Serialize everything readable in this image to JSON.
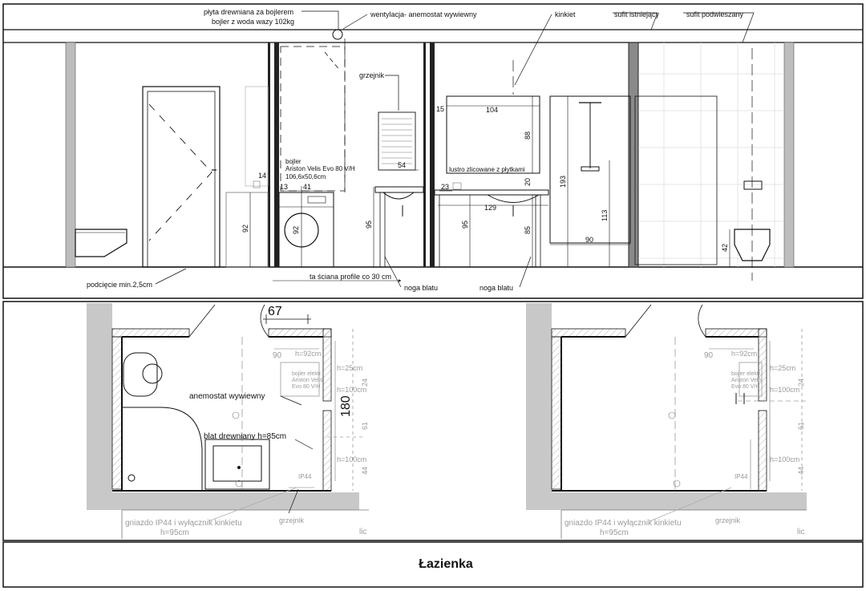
{
  "title": "Łazienka",
  "elevation": {
    "callouts": {
      "plyta": "płyta drewniana za bojlerem",
      "bojler_wazy": "bojler z woda wazy 102kg",
      "wentylacja": "wentylacja- anemostat wywiewny",
      "kinkiet": "kinkiet",
      "sufit_istniejacy": "sufit istniejący",
      "sufit_podwieszany": "sufit podwieszany",
      "grzejnik": "grzejnik",
      "podciecie": "podcięcie min.2,5cm",
      "profile": "ta ściana profile co 30 cm",
      "noga_blatu_1": "noga blatu",
      "noga_blatu_2": "noga blatu",
      "lustro": "lustro zlicowane z płytkami",
      "bojler_label": "bojler",
      "bojler_model": "Ariston Velis Evo 80 V/H",
      "bojler_size": "106,6x50,6cm"
    },
    "dims": {
      "d14": "14",
      "d13": "13",
      "d41": "41",
      "d92a": "92",
      "d92b": "92",
      "d95a": "95",
      "d54": "54",
      "d15": "15",
      "d104": "104",
      "d88": "88",
      "d23": "23",
      "d20": "20",
      "d129": "129",
      "d95b": "95",
      "d85": "85",
      "d193": "193",
      "d113": "113",
      "d90": "90",
      "d42": "42"
    }
  },
  "plan_left": {
    "d67": "67",
    "d90": "90",
    "d180": "180",
    "h92": "h=92cm",
    "h25": "h=25cm",
    "h100a": "h=100cm",
    "h100b": "h=100cm",
    "d24": "24",
    "d61": "61",
    "d44": "44",
    "anemostat": "anemostat wywiewny",
    "blat": "blat drewniany h=85cm",
    "ip44": "IP44",
    "grzejnik": "grzejnik",
    "gniazdo": "gniazdo IP44 i wyłącznik kinkietu",
    "h95": "h=95cm",
    "lic": "lic",
    "bojler_small": "bojler elektr.",
    "ariston_small": "Ariston Velis",
    "evo_small": "Evo 80 V/H"
  },
  "plan_right": {
    "d90": "90",
    "h92": "h=92cm",
    "h25": "h=25cm",
    "h100a": "h=100cm",
    "h100b": "h=100cm",
    "d24": "24",
    "d61": "61",
    "d44": "44",
    "ip44": "IP44",
    "grzejnik": "grzejnik",
    "gniazdo": "gniazdo IP44 i wyłącznik kinkietu",
    "h95": "h=95cm",
    "lic": "lic",
    "bojler_small": "bojler elektr.",
    "ariston_small": "Ariston Velis",
    "evo_small": "Evo 80 V/H"
  }
}
